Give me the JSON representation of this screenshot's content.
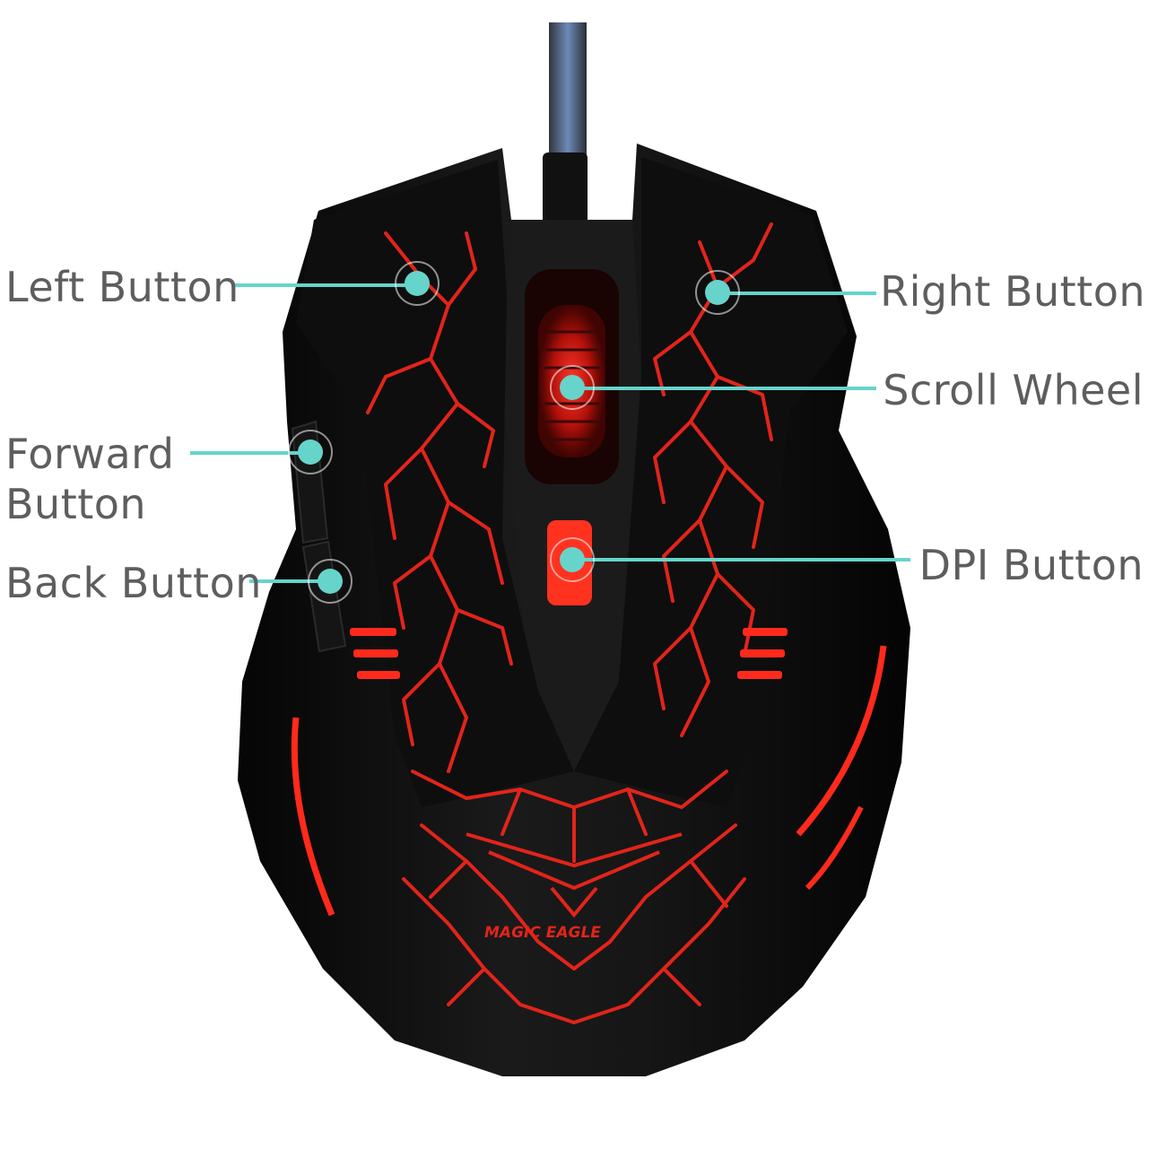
{
  "callouts": {
    "left_button": {
      "label": "Left Button"
    },
    "right_button": {
      "label": "Right Button"
    },
    "scroll_wheel": {
      "label": "Scroll Wheel"
    },
    "forward_button": {
      "line1": "Forward",
      "line2": "Button"
    },
    "back_button": {
      "label": "Back Button"
    },
    "dpi_button": {
      "label": "DPI Button"
    }
  },
  "mouse": {
    "brand_text": "MAGIC EAGLE"
  },
  "colors": {
    "callout_teal": "#66d4cb",
    "label_gray": "#5e5e5e",
    "led_red": "#e2241a",
    "body_black": "#0c0c0c"
  }
}
